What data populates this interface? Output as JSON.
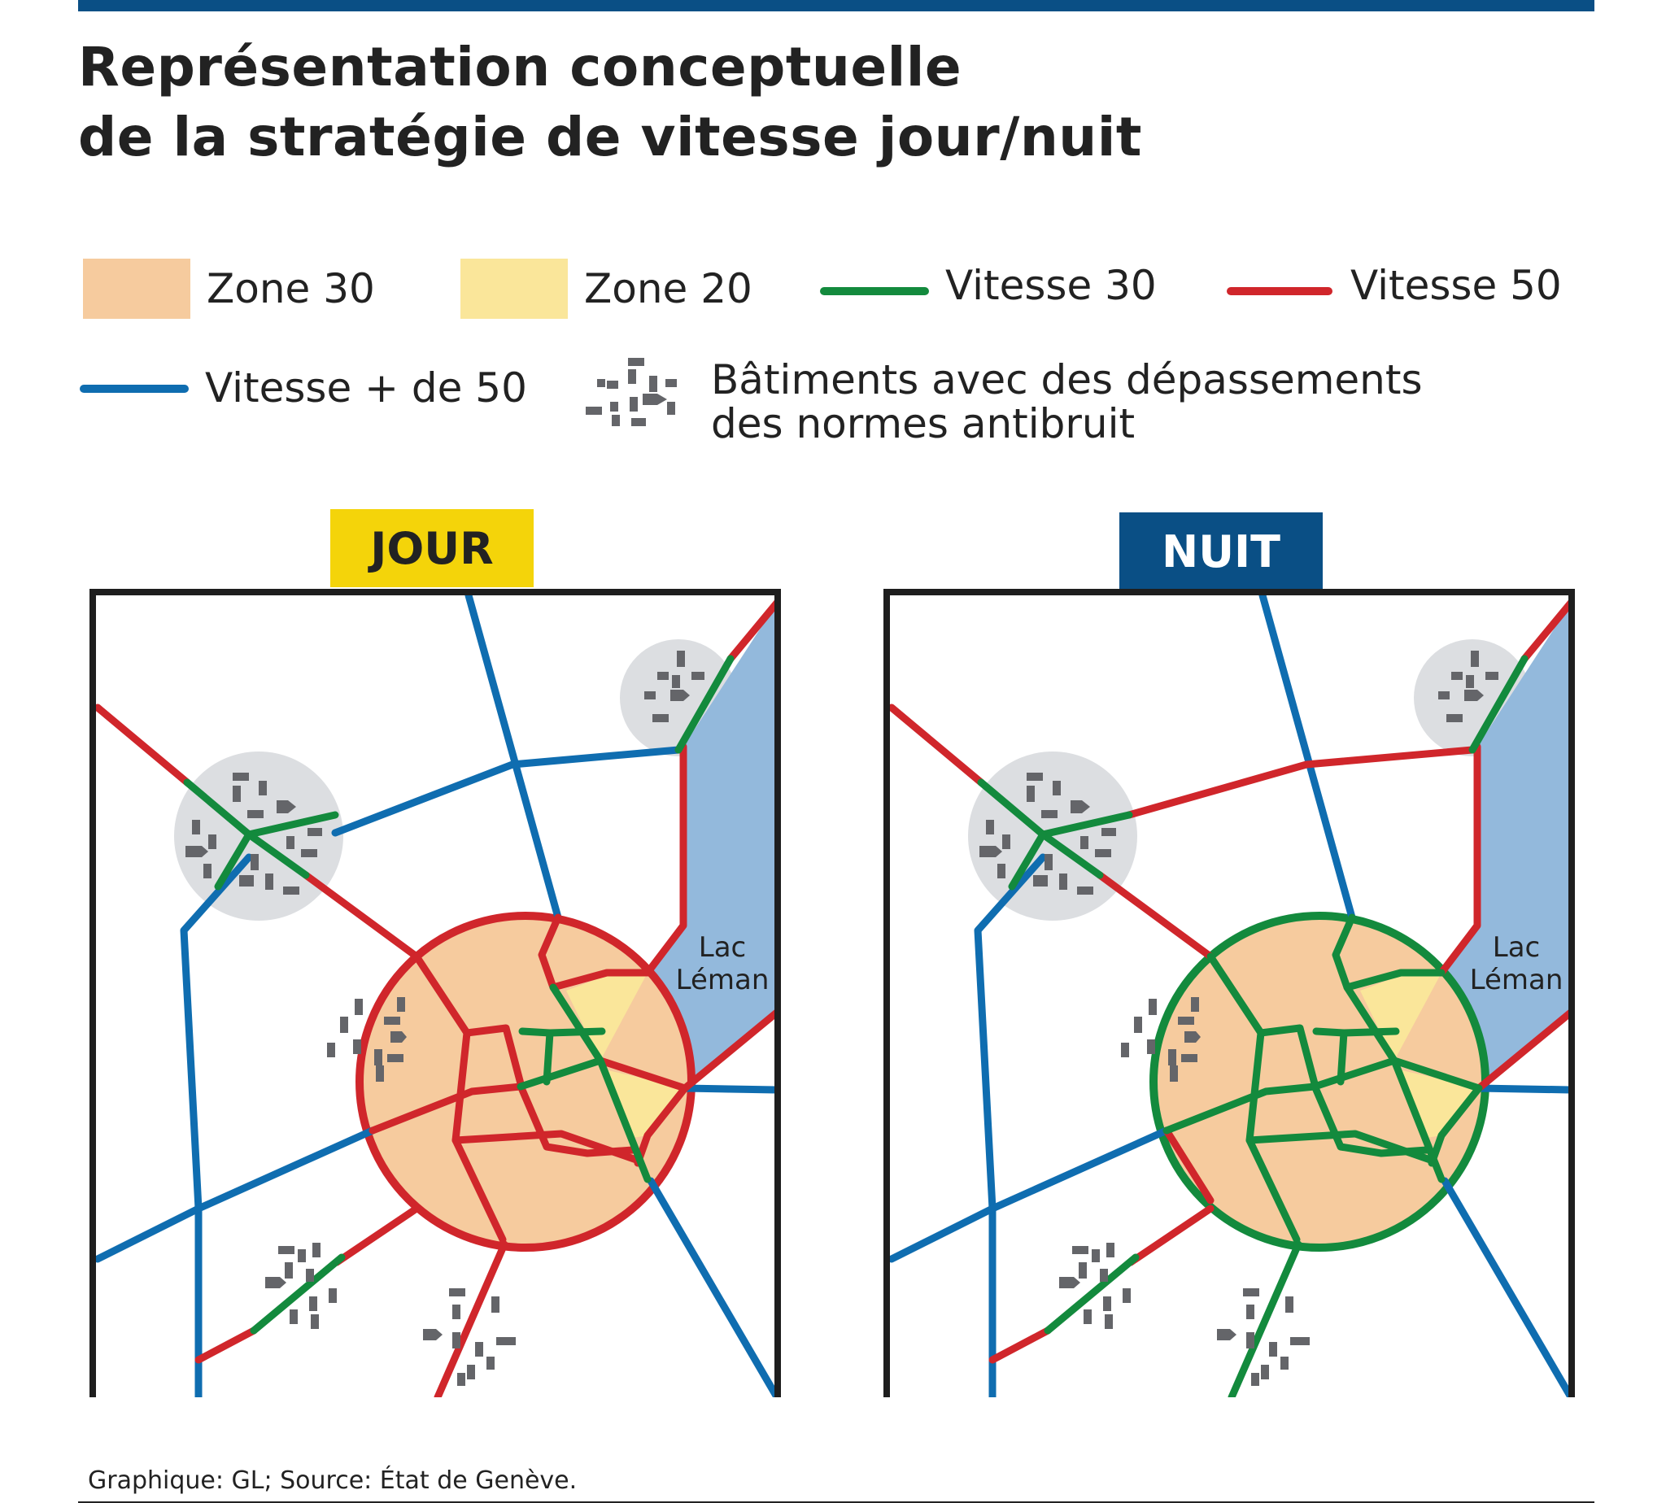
{
  "title": {
    "line1": "Représentation conceptuelle",
    "line2": "de la stratégie de vitesse jour/nuit"
  },
  "legend": {
    "zone30": "Zone 30",
    "zone20": "Zone 20",
    "vitesse30": "Vitesse 30",
    "vitesse50": "Vitesse 50",
    "vitesse_plus50": "Vitesse + de 50",
    "batiments_line1": "Bâtiments avec des dépassements",
    "batiments_line2": "des normes antibruit"
  },
  "panels": {
    "jour": "JOUR",
    "nuit": "NUIT"
  },
  "lake": {
    "line1": "Lac",
    "line2": "Léman"
  },
  "credit": "Graphique: GL; Source: État de Genève.",
  "colors": {
    "zone30": "#f6cb9e",
    "zone20": "#fae69a",
    "vitesse30": "#138a3d",
    "vitesse50": "#d0262b",
    "vitesse_plus50": "#0f6db0",
    "buildings": "#646569",
    "noise_zone": "#dcdee1",
    "lake": "#93b9dc",
    "jour_label": "#f4d40a",
    "nuit_label": "#0a4f85",
    "frame": "#1e1e1e"
  }
}
